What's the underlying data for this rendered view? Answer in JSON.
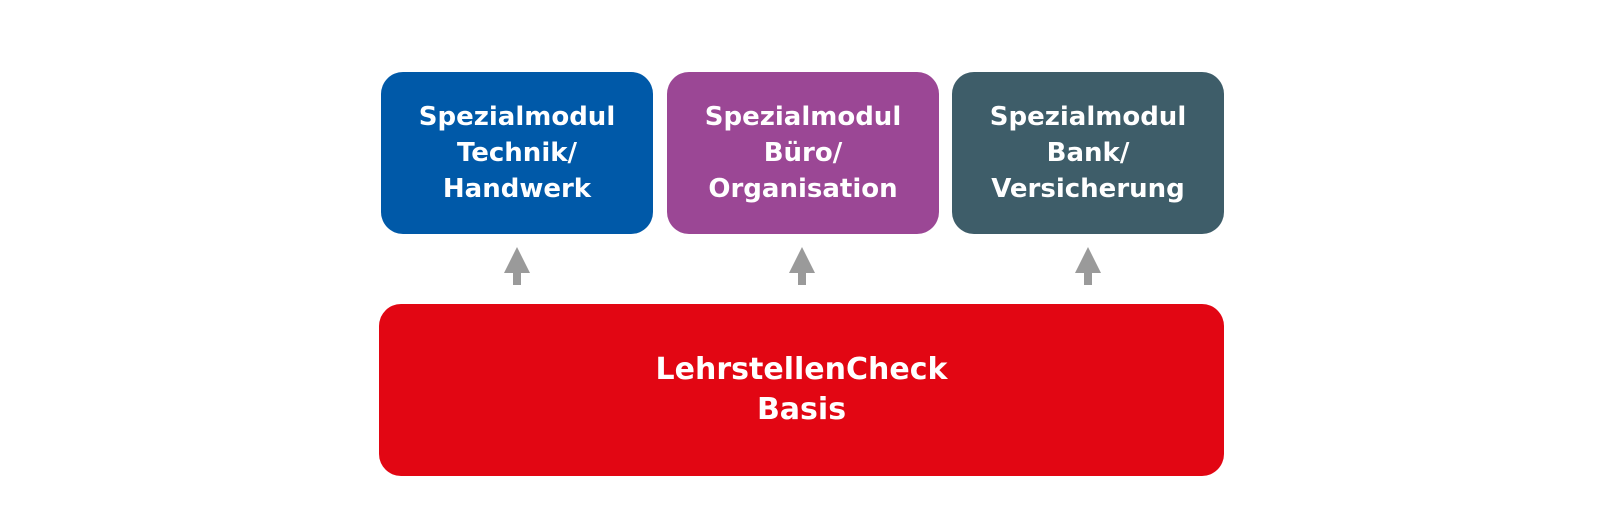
{
  "colors": {
    "module_technik": "#0059a8",
    "module_buero": "#9b4795",
    "module_bank": "#3e5d69",
    "base": "#e20613",
    "arrow": "#9a9a9a",
    "text": "#ffffff"
  },
  "modules": [
    {
      "lines": [
        "Spezialmodul",
        "Technik/",
        "Handwerk"
      ]
    },
    {
      "lines": [
        "Spezialmodul",
        "Büro/",
        "Organisation"
      ]
    },
    {
      "lines": [
        "Spezialmodul",
        "Bank/",
        "Versicherung"
      ]
    }
  ],
  "base": {
    "lines": [
      "LehrstellenCheck",
      "Basis"
    ]
  },
  "arrows": [
    {
      "icon": "arrow-up-icon"
    },
    {
      "icon": "arrow-up-icon"
    },
    {
      "icon": "arrow-up-icon"
    }
  ]
}
